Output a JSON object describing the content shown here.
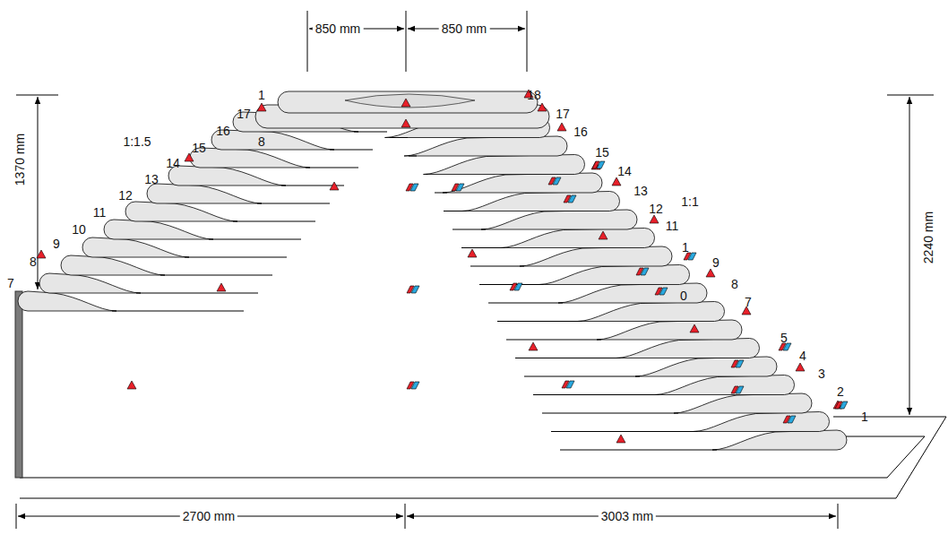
{
  "diagram": {
    "labels": [
      "850 mm",
      "850 mm",
      "1370 mm",
      "2240 mm",
      "2700 mm",
      "3003 mm",
      "1:1.5",
      "1:1",
      "1",
      "17",
      "16",
      "8",
      "15",
      "14",
      "13",
      "12",
      "11",
      "10",
      "9",
      "8",
      "7",
      "18",
      "17",
      "16",
      "15",
      "14",
      "13",
      "12",
      "11",
      "1",
      "9",
      "8",
      "0",
      "7",
      "5",
      "4",
      "3",
      "2",
      "1"
    ]
  }
}
